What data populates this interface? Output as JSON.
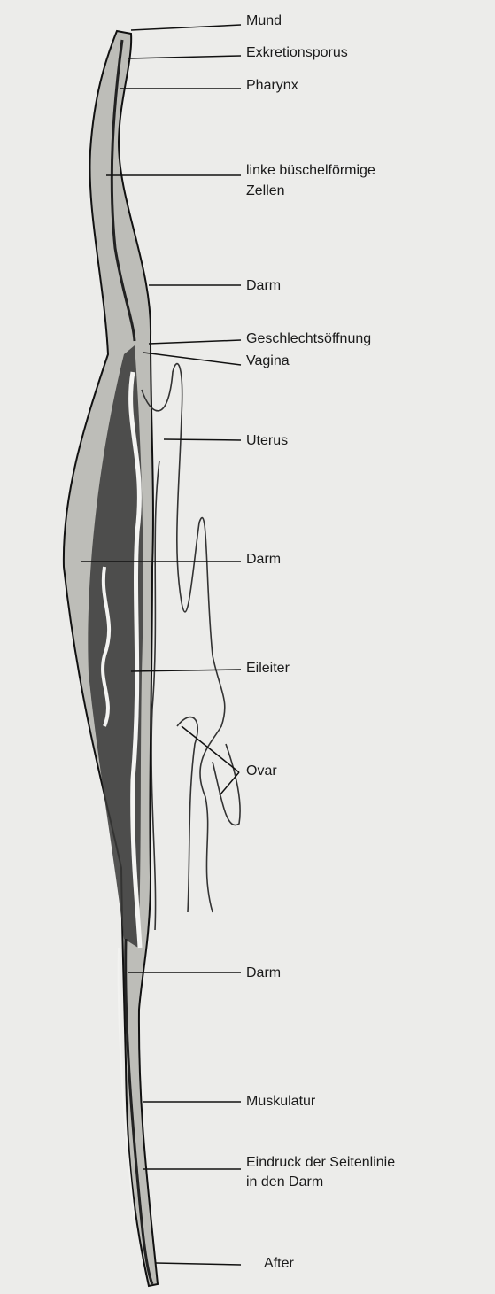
{
  "diagram": {
    "labels": {
      "mund": "Mund",
      "exkretionsporus": "Exkretionsporus",
      "pharynx": "Pharynx",
      "linke_zellen": [
        "linke büschelförmige",
        "Zellen"
      ],
      "darm_1": "Darm",
      "geschlechtsoeffnung": "Geschlechtsöffnung",
      "vagina": "Vagina",
      "uterus": "Uterus",
      "darm_2": "Darm",
      "eileiter": "Eileiter",
      "ovar": "Ovar",
      "darm_3": "Darm",
      "muskulatur": "Muskulatur",
      "seitenlinie": [
        "Eindruck der Seitenlinie",
        "in den Darm"
      ],
      "after": "After"
    }
  }
}
